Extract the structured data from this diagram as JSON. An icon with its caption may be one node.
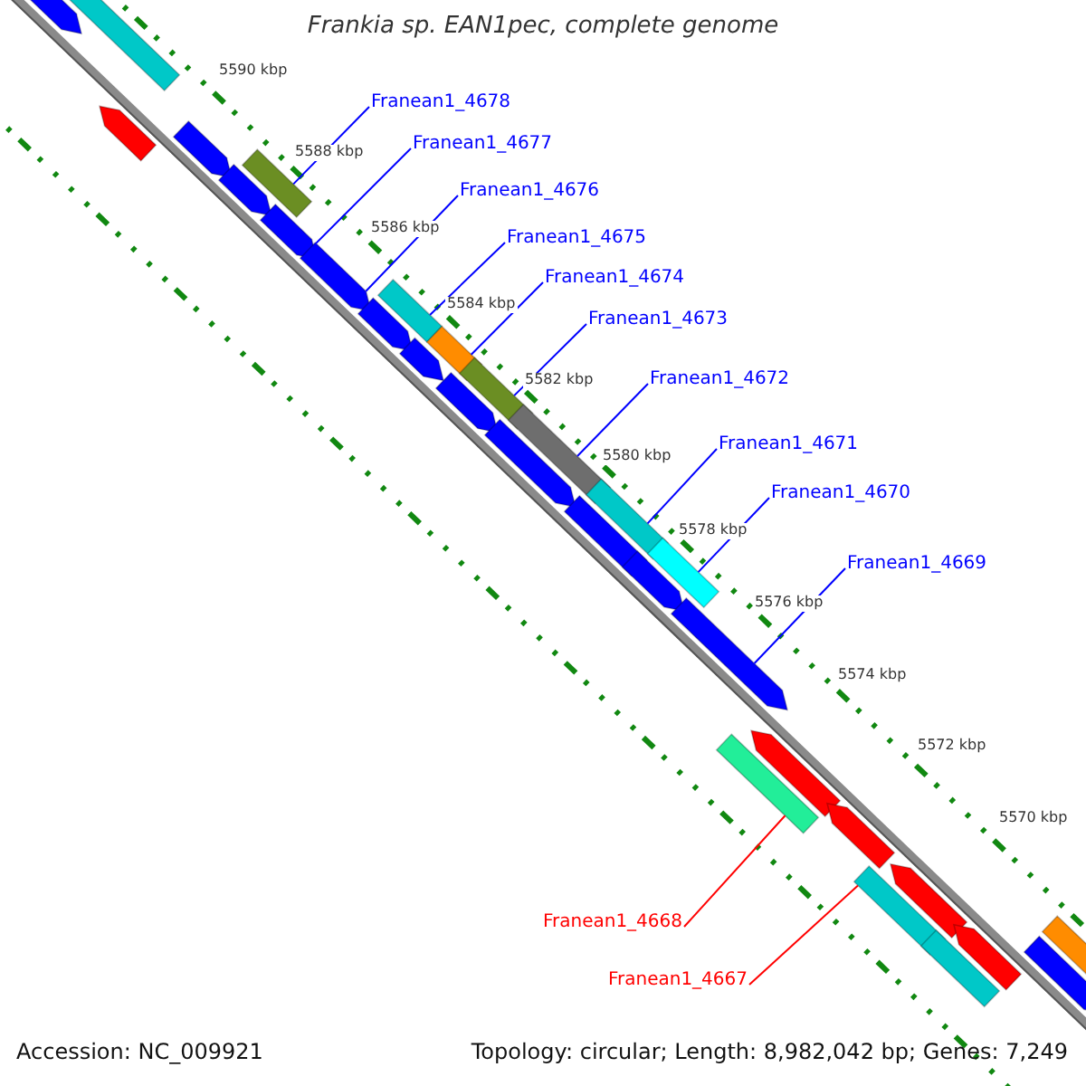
{
  "diagram": {
    "title": "Frankia sp. EAN1pec, complete genome",
    "nodes": [
      {
        "text": [
          "Franean1_4678"
        ]
      },
      {
        "text": [
          "Franean1_4677"
        ]
      },
      {
        "text": [
          "Franean1_4676"
        ]
      },
      {
        "text": [
          "Franean1_4675"
        ]
      },
      {
        "text": [
          "Franean1_4674"
        ]
      },
      {
        "text": [
          "Franean1_4673"
        ]
      },
      {
        "text": [
          "Franean1_4672"
        ]
      },
      {
        "text": [
          "Franean1_4671"
        ]
      },
      {
        "text": [
          "Franean1_4670"
        ]
      },
      {
        "text": [
          "Franean1_4669"
        ]
      },
      {
        "text": [
          "Franean1_4668"
        ]
      },
      {
        "text": [
          "Franean1_4667"
        ]
      },
      {
        "text": [],
        "shape": "bar"
      },
      {
        "text": [],
        "shape": "bar"
      },
      {
        "text": [],
        "shape": "bar"
      },
      {
        "text": [],
        "shape": "bar"
      },
      {
        "text": [],
        "shape": "bar"
      },
      {
        "text": [],
        "shape": "bar"
      },
      {
        "text": [],
        "shape": "bar"
      },
      {
        "text": [],
        "shape": "bar"
      },
      {
        "text": [],
        "shape": "bar"
      },
      {
        "text": [],
        "shape": "bar"
      },
      {
        "text": [],
        "shape": "bar"
      },
      {
        "text": [],
        "shape": "bar"
      },
      {
        "text": [],
        "shape": "bar"
      },
      {
        "text": [],
        "shape": "bar"
      },
      {
        "text": [],
        "shape": "bar"
      },
      {
        "text": [],
        "shape": "bar"
      },
      {
        "text": [],
        "shape": "bar"
      },
      {
        "text": [],
        "shape": "bar"
      },
      {
        "text": [],
        "shape": "bar"
      },
      {
        "text": [],
        "shape": "bar"
      },
      {
        "text": [],
        "shape": "bar"
      },
      {
        "text": [],
        "shape": "bar"
      },
      {
        "text": [],
        "shape": "bar"
      },
      {
        "text": [],
        "shape": "bar"
      },
      {
        "text": [],
        "shape": "bar"
      },
      {
        "text": [],
        "shape": "bar"
      },
      {
        "text": [],
        "shape": "bar"
      },
      {
        "text": [],
        "shape": "bar"
      },
      {
        "text": [],
        "shape": "bar"
      },
      {
        "text": [],
        "shape": "bar"
      }
    ],
    "edges": [
      {
        "from": 0,
        "to": 12,
        "arrow": "none"
      },
      {
        "from": 1,
        "to": 13,
        "arrow": "none"
      },
      {
        "from": 2,
        "to": 14,
        "arrow": "none"
      },
      {
        "from": 3,
        "to": 15,
        "arrow": "none"
      },
      {
        "from": 4,
        "to": 16,
        "arrow": "none"
      },
      {
        "from": 5,
        "to": 17,
        "arrow": "none"
      },
      {
        "from": 6,
        "to": 18,
        "arrow": "none"
      },
      {
        "from": 7,
        "to": 19,
        "arrow": "none"
      },
      {
        "from": 8,
        "to": 20,
        "arrow": "none"
      },
      {
        "from": 9,
        "to": 21,
        "arrow": "none"
      },
      {
        "from": 10,
        "to": 22,
        "arrow": "none",
        "color": "#ff0000"
      },
      {
        "from": 11,
        "to": 23,
        "arrow": "none",
        "color": "#ff0000"
      }
    ],
    "labels": [
      "5590 kbp",
      "5588 kbp",
      "5586 kbp",
      "5584 kbp",
      "5582 kbp",
      "5580 kbp",
      "5578 kbp",
      "5576 kbp",
      "5574 kbp",
      "5572 kbp",
      "5570 kbp",
      "Accession: NC_009921",
      "Topology: circular; Length: 8,982,042 bp; Genes: 7,249"
    ]
  }
}
